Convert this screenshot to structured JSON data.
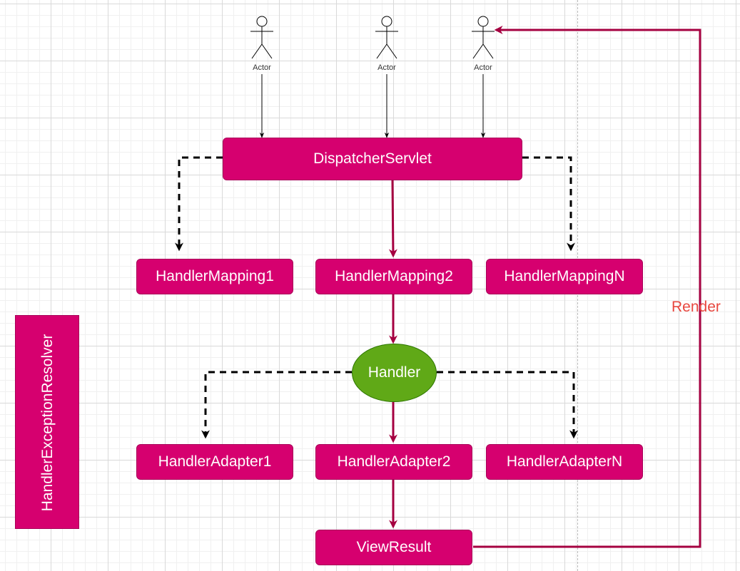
{
  "colors": {
    "node_fill": "#d6006f",
    "node_stroke": "#a80058",
    "handler_fill": "#60a917",
    "handler_stroke": "#2d7600",
    "flow_arrow": "#a50040",
    "dashed_arrow": "#000000",
    "render_label": "#e8473f"
  },
  "actors": [
    {
      "label": "Actor",
      "icon": "stick-figure-icon"
    },
    {
      "label": "Actor",
      "icon": "stick-figure-icon"
    },
    {
      "label": "Actor",
      "icon": "stick-figure-icon"
    }
  ],
  "nodes": {
    "dispatcher": "DispatcherServlet",
    "mappings": [
      "HandlerMapping1",
      "HandlerMapping2",
      "HandlerMappingN"
    ],
    "handler": "Handler",
    "adapters": [
      "HandlerAdapter1",
      "HandlerAdapter2",
      "HandlerAdapterN"
    ],
    "view_result": "ViewResult",
    "exception_resolver": "HandlerExceptionResolver"
  },
  "edges": {
    "render_label": "Render"
  }
}
